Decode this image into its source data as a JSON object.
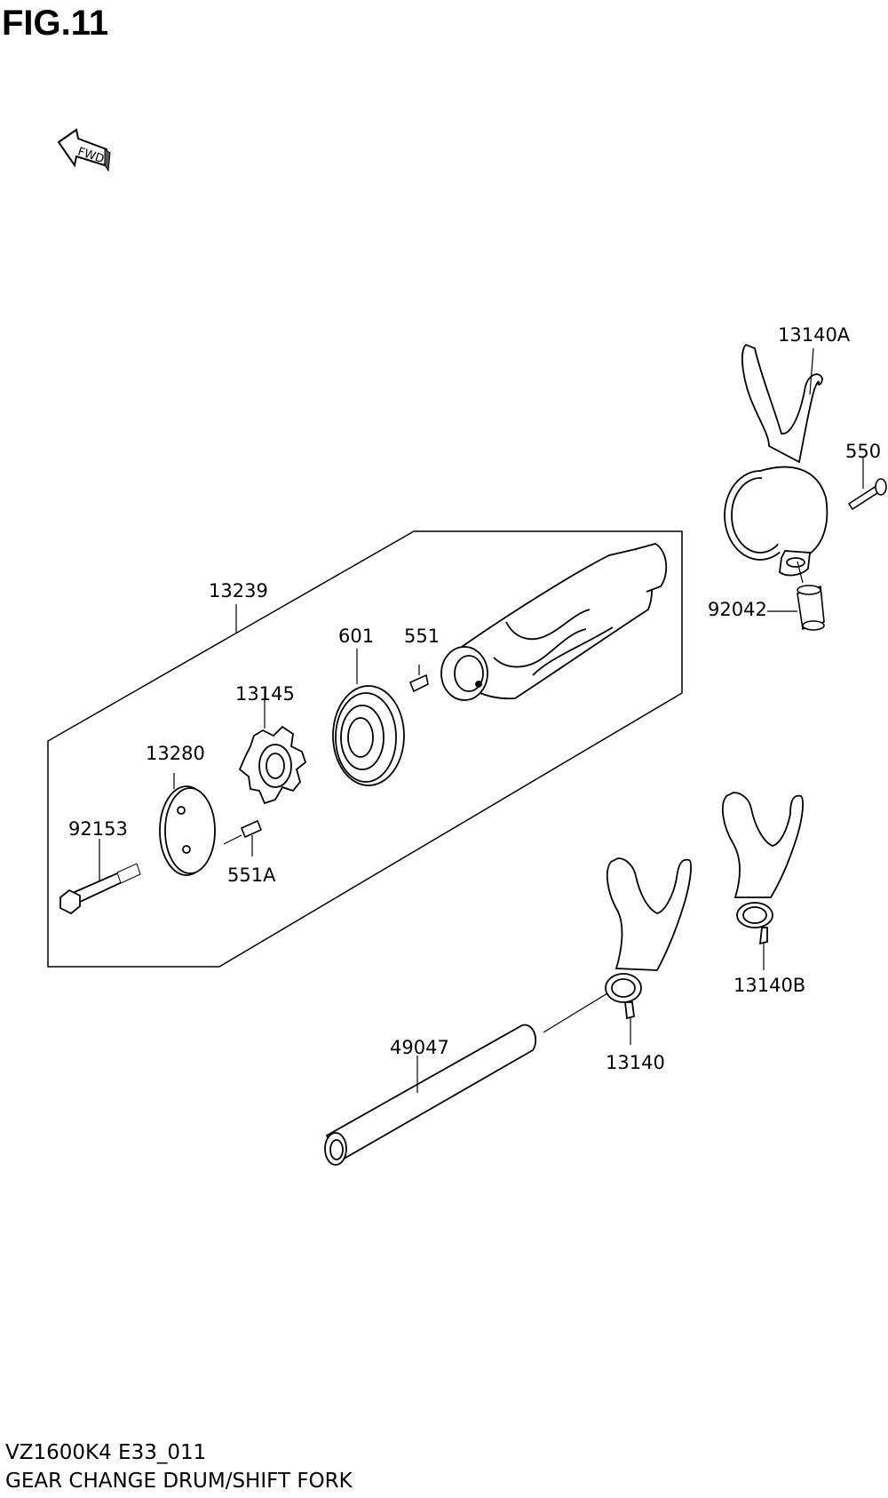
{
  "figure": {
    "title": "FIG.11"
  },
  "fwd_label": "FWD",
  "callouts": {
    "p13140A": "13140A",
    "p550": "550",
    "p92042": "92042",
    "p13239": "13239",
    "p601": "601",
    "p551": "551",
    "p13145": "13145",
    "p13280": "13280",
    "p92153": "92153",
    "p551A": "551A",
    "p13140B": "13140B",
    "p49047": "49047",
    "p13140": "13140"
  },
  "footer": {
    "code": "VZ1600K4 E33_011",
    "title": "GEAR CHANGE DRUM/SHIFT FORK"
  }
}
